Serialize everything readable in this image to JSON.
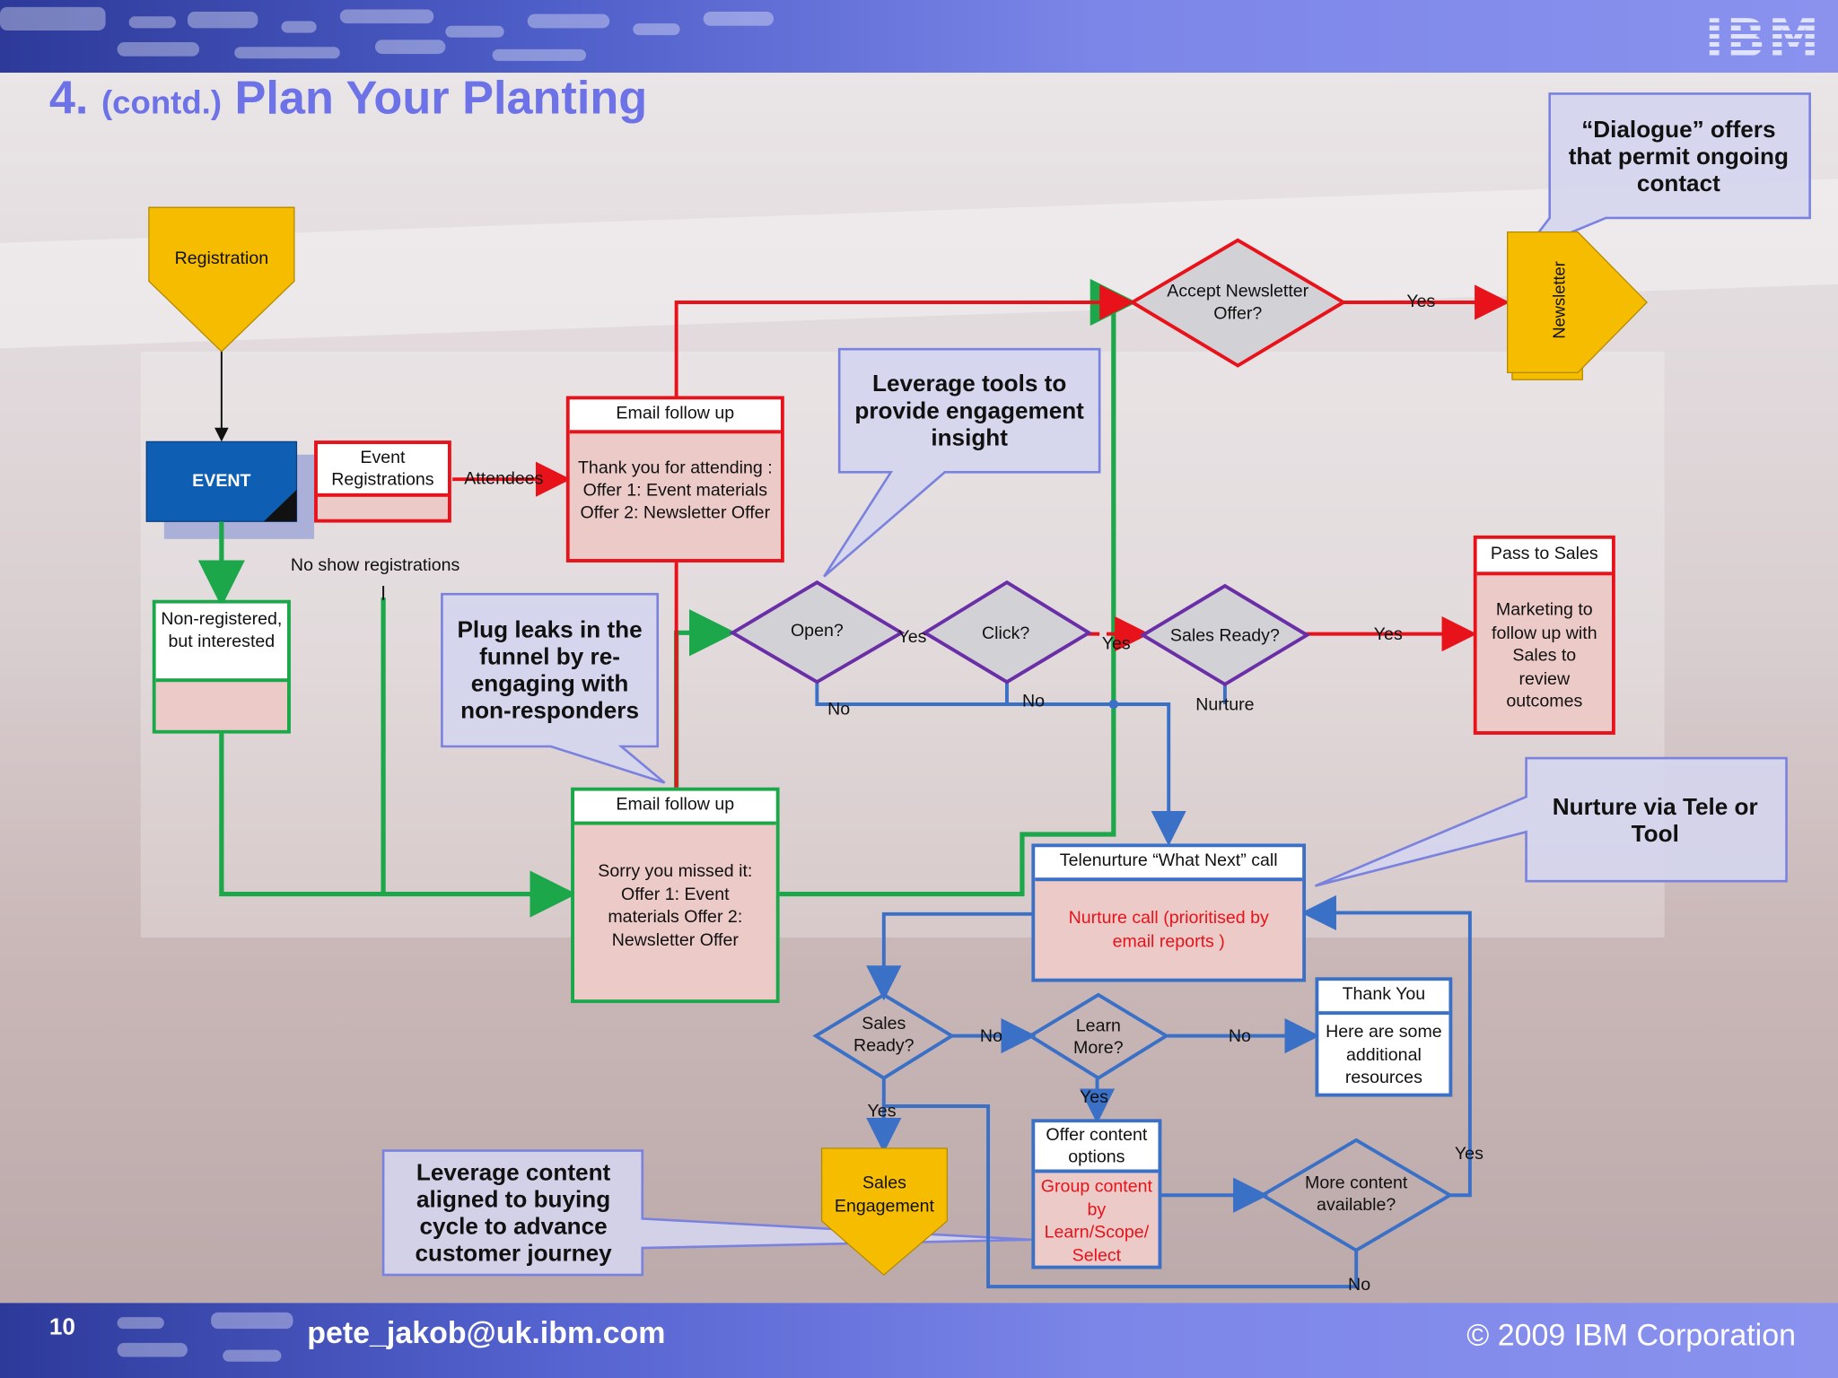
{
  "header": {
    "logo": "IBM",
    "title_num": "4.",
    "title_contd": "(contd.)",
    "title_main": "Plan Your Planting"
  },
  "footer": {
    "page": "10",
    "email": "pete_jakob@uk.ibm.com",
    "copyright": "© 2009 IBM Corporation"
  },
  "shapes": {
    "registration": "Registration",
    "event": "EVENT",
    "event_reg": "Event Registrations",
    "non_reg": "Non-registered, but interested",
    "email1_head": "Email follow up",
    "email1_body": "Thank you for attending : Offer 1: Event materials Offer 2: Newsletter Offer",
    "email2_head": "Email follow up",
    "email2_body": "Sorry you missed it: Offer 1: Event materials Offer 2: Newsletter Offer",
    "open": "Open?",
    "click": "Click?",
    "sales_ready_1": "Sales Ready?",
    "accept": "Accept Newsletter Offer?",
    "newsletter": "Newsletter",
    "pass_head": "Pass to Sales",
    "pass_body": "Marketing to follow up with Sales to review outcomes",
    "tele_head": "Telenurture “What Next” call",
    "tele_body": "Nurture call (prioritised by email reports )",
    "sales_ready_2": "Sales Ready?",
    "learn_more": "Learn More?",
    "thank_head": "Thank You",
    "thank_body": "Here are some additional resources",
    "offer_head": "Offer content options",
    "offer_body": "Group content by Learn/Scope/ Select",
    "more_content": "More content available?",
    "sales_eng": "Sales Engagement"
  },
  "edge_labels": {
    "attendees": "Attendees",
    "no_show": "No show registrations",
    "yes_open": "Yes",
    "yes_click": "Yes",
    "yes_sales": "Yes",
    "yes_accept": "Yes",
    "no_open": "No",
    "no_click": "No",
    "nurture": "Nurture",
    "no_sr2": "No",
    "no_learn": "No",
    "yes_learn": "Yes",
    "yes_sr2": "Yes",
    "yes_more": "Yes",
    "no_more": "No"
  },
  "callouts": {
    "dialogue": "“Dialogue” offers that permit ongoing contact",
    "leverage_tools": "Leverage tools to provide engagement insight",
    "plug_leaks": "Plug leaks in the funnel by re-engaging with non-responders",
    "nurture_tele": "Nurture via Tele or Tool",
    "leverage_content": "Leverage content aligned to buying cycle to advance customer journey"
  },
  "colors": {
    "red": "#e8121a",
    "green": "#1ba74a",
    "blue": "#3a70c6",
    "purple": "#6a2ea6",
    "yellow": "#f6bd00",
    "eventblue": "#0e5fb4",
    "title": "#6d73e6"
  }
}
